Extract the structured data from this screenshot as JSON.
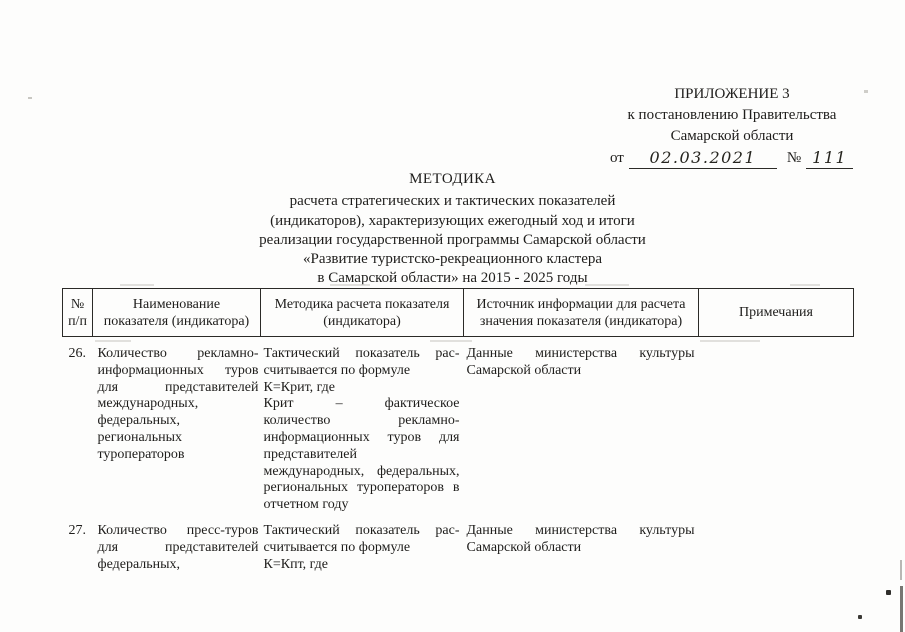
{
  "appendix": {
    "line1": "ПРИЛОЖЕНИЕ 3",
    "line2": "к постановлению Правительства",
    "line3": "Самарской области",
    "date_prefix": "от",
    "date_value": "02.03.2021",
    "number_sign": "№",
    "number_value": "111"
  },
  "title": {
    "heading": "МЕТОДИКА",
    "subtitle": [
      [
        "расчета стратегических и тактических показателей",
        "(индикаторов), характеризующих ежегодный ход и итоги",
        "реализации государственной программы Самарской области",
        "«Развитие туристско-рекреационного кластера",
        "в Самарской области» на 2015 - 2025 годы"
      ]
    ]
  },
  "table": {
    "headers": {
      "num": [
        [
          "№",
          "п/п"
        ]
      ],
      "name": [
        [
          "Наименование",
          "показателя (индикатора)"
        ]
      ],
      "method": [
        [
          "Методика расчета показателя",
          "(индикатора)"
        ]
      ],
      "source": [
        [
          "Источник информации для расчета",
          "значения показателя (индикатора)"
        ]
      ],
      "notes": [
        [
          "Примечания"
        ]
      ]
    },
    "rows": [
      {
        "num": "26.",
        "name": [
          [
            "Количество рекламно-",
            "информационных туров",
            "для представителей",
            "международных,",
            "федеральных,",
            "региональных",
            "туроператоров"
          ]
        ],
        "method": [
          [
            "Тактический показатель рас-",
            "считывается по формуле"
          ],
          [
            "К=Крит, где"
          ],
          [
            "Крит – фактическое",
            "количество рекламно-",
            "информационных туров для",
            "представителей",
            "международных, федеральных,",
            "региональных туроператоров в",
            "отчетном году"
          ]
        ],
        "source": [
          [
            "Данные министерства культуры",
            "Самарской области"
          ]
        ],
        "notes": [
          []
        ]
      },
      {
        "num": "27.",
        "name": [
          [
            "Количество пресс-туров",
            "для представителей",
            "федеральных,"
          ]
        ],
        "method": [
          [
            "Тактический показатель рас-",
            "считывается по формуле"
          ],
          [
            "К=Кпт, где"
          ]
        ],
        "source": [
          [
            "Данные министерства культуры",
            "Самарской области"
          ]
        ],
        "notes": [
          []
        ]
      }
    ]
  },
  "colors": {
    "ink": "#1e1d1b",
    "table_border": "#2b2a27",
    "paper": "#fdfdfc"
  }
}
